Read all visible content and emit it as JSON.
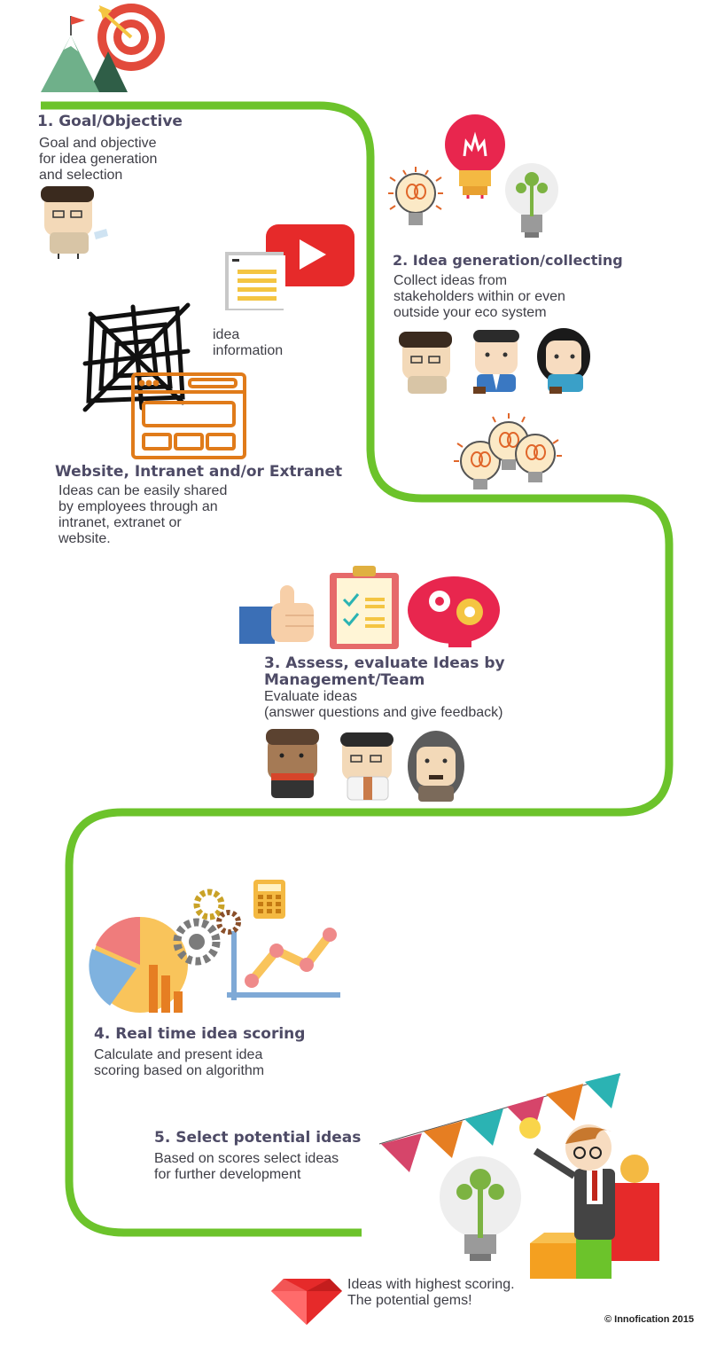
{
  "steps": [
    {
      "title": "1. Goal/Objective",
      "desc": "Goal and objective\nfor idea generation\nand selection"
    },
    {
      "title": "2. Idea generation/collecting",
      "desc": "Collect ideas from\nstakeholders within or even\noutside your eco system"
    },
    {
      "title": "3. Assess, evaluate Ideas by\nManagement/Team",
      "desc": "Evaluate ideas\n(answer questions and give feedback)"
    },
    {
      "title": "4. Real time idea scoring",
      "desc": "Calculate and present idea\nscoring based on algorithm"
    },
    {
      "title": "5. Select potential ideas",
      "desc": "Based on scores select ideas\nfor further development"
    }
  ],
  "website": {
    "title": "Website, Intranet and/or Extranet",
    "desc": "Ideas can be easily shared\nby employees through an\nintranet, extranet or\nwebsite."
  },
  "idea_info_label": "idea\ninformation",
  "gems_text": "Ideas with highest scoring.\nThe potential gems!",
  "copyright": "© Innofication 2015",
  "colors": {
    "path": "#6cc32b",
    "title": "#4e4b66",
    "red": "#e63946",
    "orange": "#e67e22",
    "yellow": "#f4c542"
  }
}
